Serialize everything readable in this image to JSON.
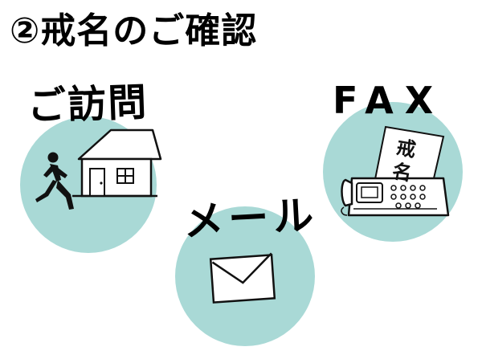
{
  "title": "②戒名のご確認",
  "colors": {
    "circle": "#a9d9d6",
    "ink": "#111111"
  },
  "methods": [
    {
      "label": "ご訪問",
      "icon": "house-visit-icon"
    },
    {
      "label": "メール",
      "icon": "envelope-icon"
    },
    {
      "label": "FAX",
      "icon": "fax-machine-icon"
    }
  ],
  "fax_paper_text": "戒名"
}
